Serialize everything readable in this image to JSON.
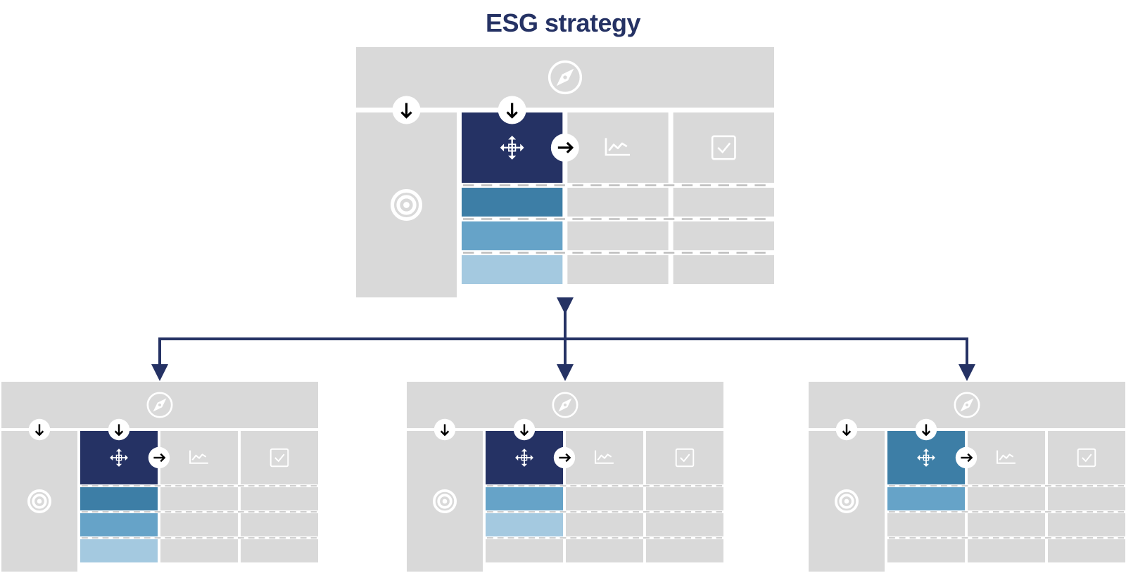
{
  "title": "ESG strategy",
  "colors": {
    "panel_grey": "#d9d9d9",
    "navy": "#253264",
    "blue_dark": "#3d7ea6",
    "blue_mid": "#66a3c8",
    "blue_light": "#a4c9e0",
    "connector": "#253264",
    "dash": "#bdbdbd"
  },
  "icons": {
    "header": "compass-icon",
    "left_column": "target-icon",
    "first_cell": "move-arrows-icon",
    "second_cell": "trend-chart-icon",
    "third_cell": "checkbox-icon",
    "down_badge": "arrow-down-icon",
    "right_badge": "arrow-right-icon"
  },
  "strategy_tree": {
    "parent": {
      "name": "top-strategy-panel",
      "highlight_color": "navy",
      "bars": [
        "blue_dark",
        "blue_mid",
        "blue_light"
      ]
    },
    "children": [
      {
        "name": "child-strategy-panel-left",
        "highlight_color": "navy",
        "bars": [
          "blue_dark",
          "blue_mid",
          "blue_light"
        ]
      },
      {
        "name": "child-strategy-panel-center",
        "highlight_color": "navy",
        "bars": [
          "blue_mid",
          "blue_light"
        ]
      },
      {
        "name": "child-strategy-panel-right",
        "highlight_color": "blue_dark",
        "bars": [
          "blue_mid"
        ]
      }
    ]
  }
}
